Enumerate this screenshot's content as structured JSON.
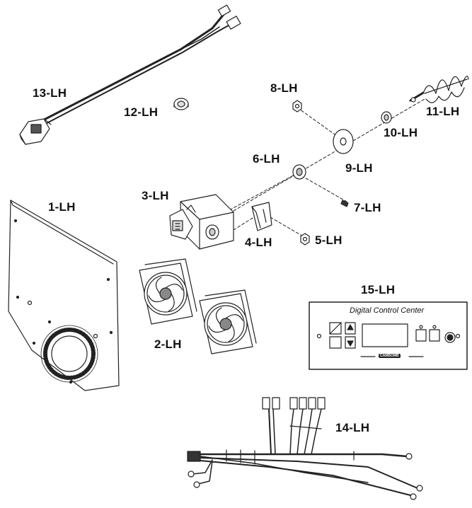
{
  "labels": {
    "p1": "1-LH",
    "p2": "2-LH",
    "p3": "3-LH",
    "p4": "4-LH",
    "p5": "5-LH",
    "p6": "6-LH",
    "p7": "7-LH",
    "p8": "8-LH",
    "p9": "9-LH",
    "p10": "10-LH",
    "p11": "11-LH",
    "p12": "12-LH",
    "p13": "13-LH",
    "p14": "14-LH",
    "p15": "15-LH"
  },
  "control_panel": {
    "title": "Digital Control Center",
    "brand": "CAMBOMB"
  },
  "colors": {
    "line": "#222222",
    "background": "#ffffff"
  }
}
